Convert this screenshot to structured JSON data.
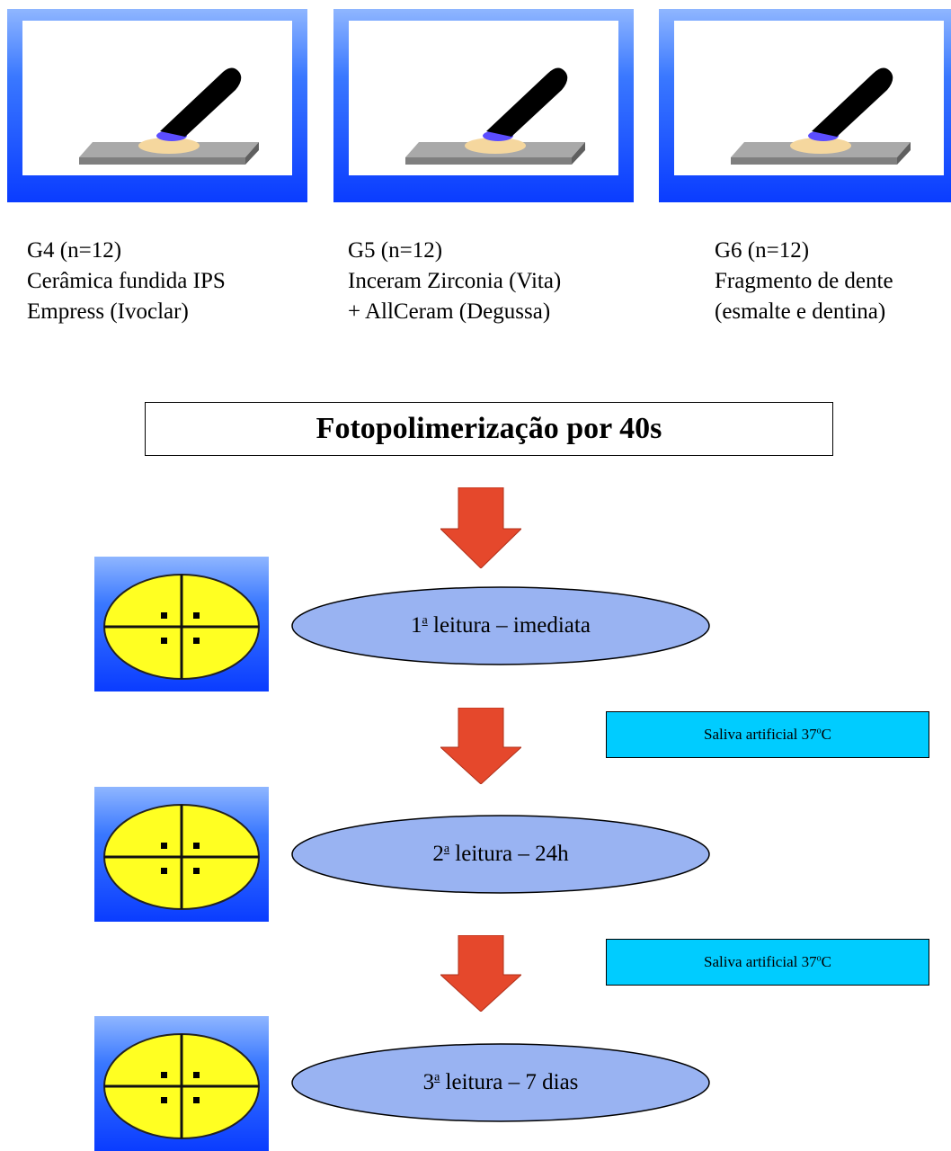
{
  "groups": [
    {
      "id": "G4 (n=12)",
      "line1": "Cerâmica fundida IPS",
      "line2": "Empress (Ivoclar)"
    },
    {
      "id": "G5 (n=12)",
      "line1": "Inceram Zirconia (Vita)",
      "line2": "+ AllCeram (Degussa)"
    },
    {
      "id": "G6 (n=12)",
      "line1": "Fragmento de dente",
      "line2": "(esmalte e dentina)"
    }
  ],
  "curing": {
    "label": "Fotopolimerização por 40s"
  },
  "readings": [
    {
      "ordinal": "1",
      "suffix": "a",
      "text": " leitura – imediata"
    },
    {
      "ordinal": "2",
      "suffix": "a",
      "text": " leitura – 24h"
    },
    {
      "ordinal": "3",
      "suffix": "a",
      "text": " leitura – 7 dias"
    }
  ],
  "storage": {
    "text": "Saliva artificial 37",
    "degree": "o",
    "unit": "C"
  },
  "colors": {
    "arrow": "#e5482c",
    "ellipse": "#99b3f2",
    "saliva_box": "#00ccff",
    "chip": "#ffff22",
    "panel_blue": "#0a3cff"
  }
}
